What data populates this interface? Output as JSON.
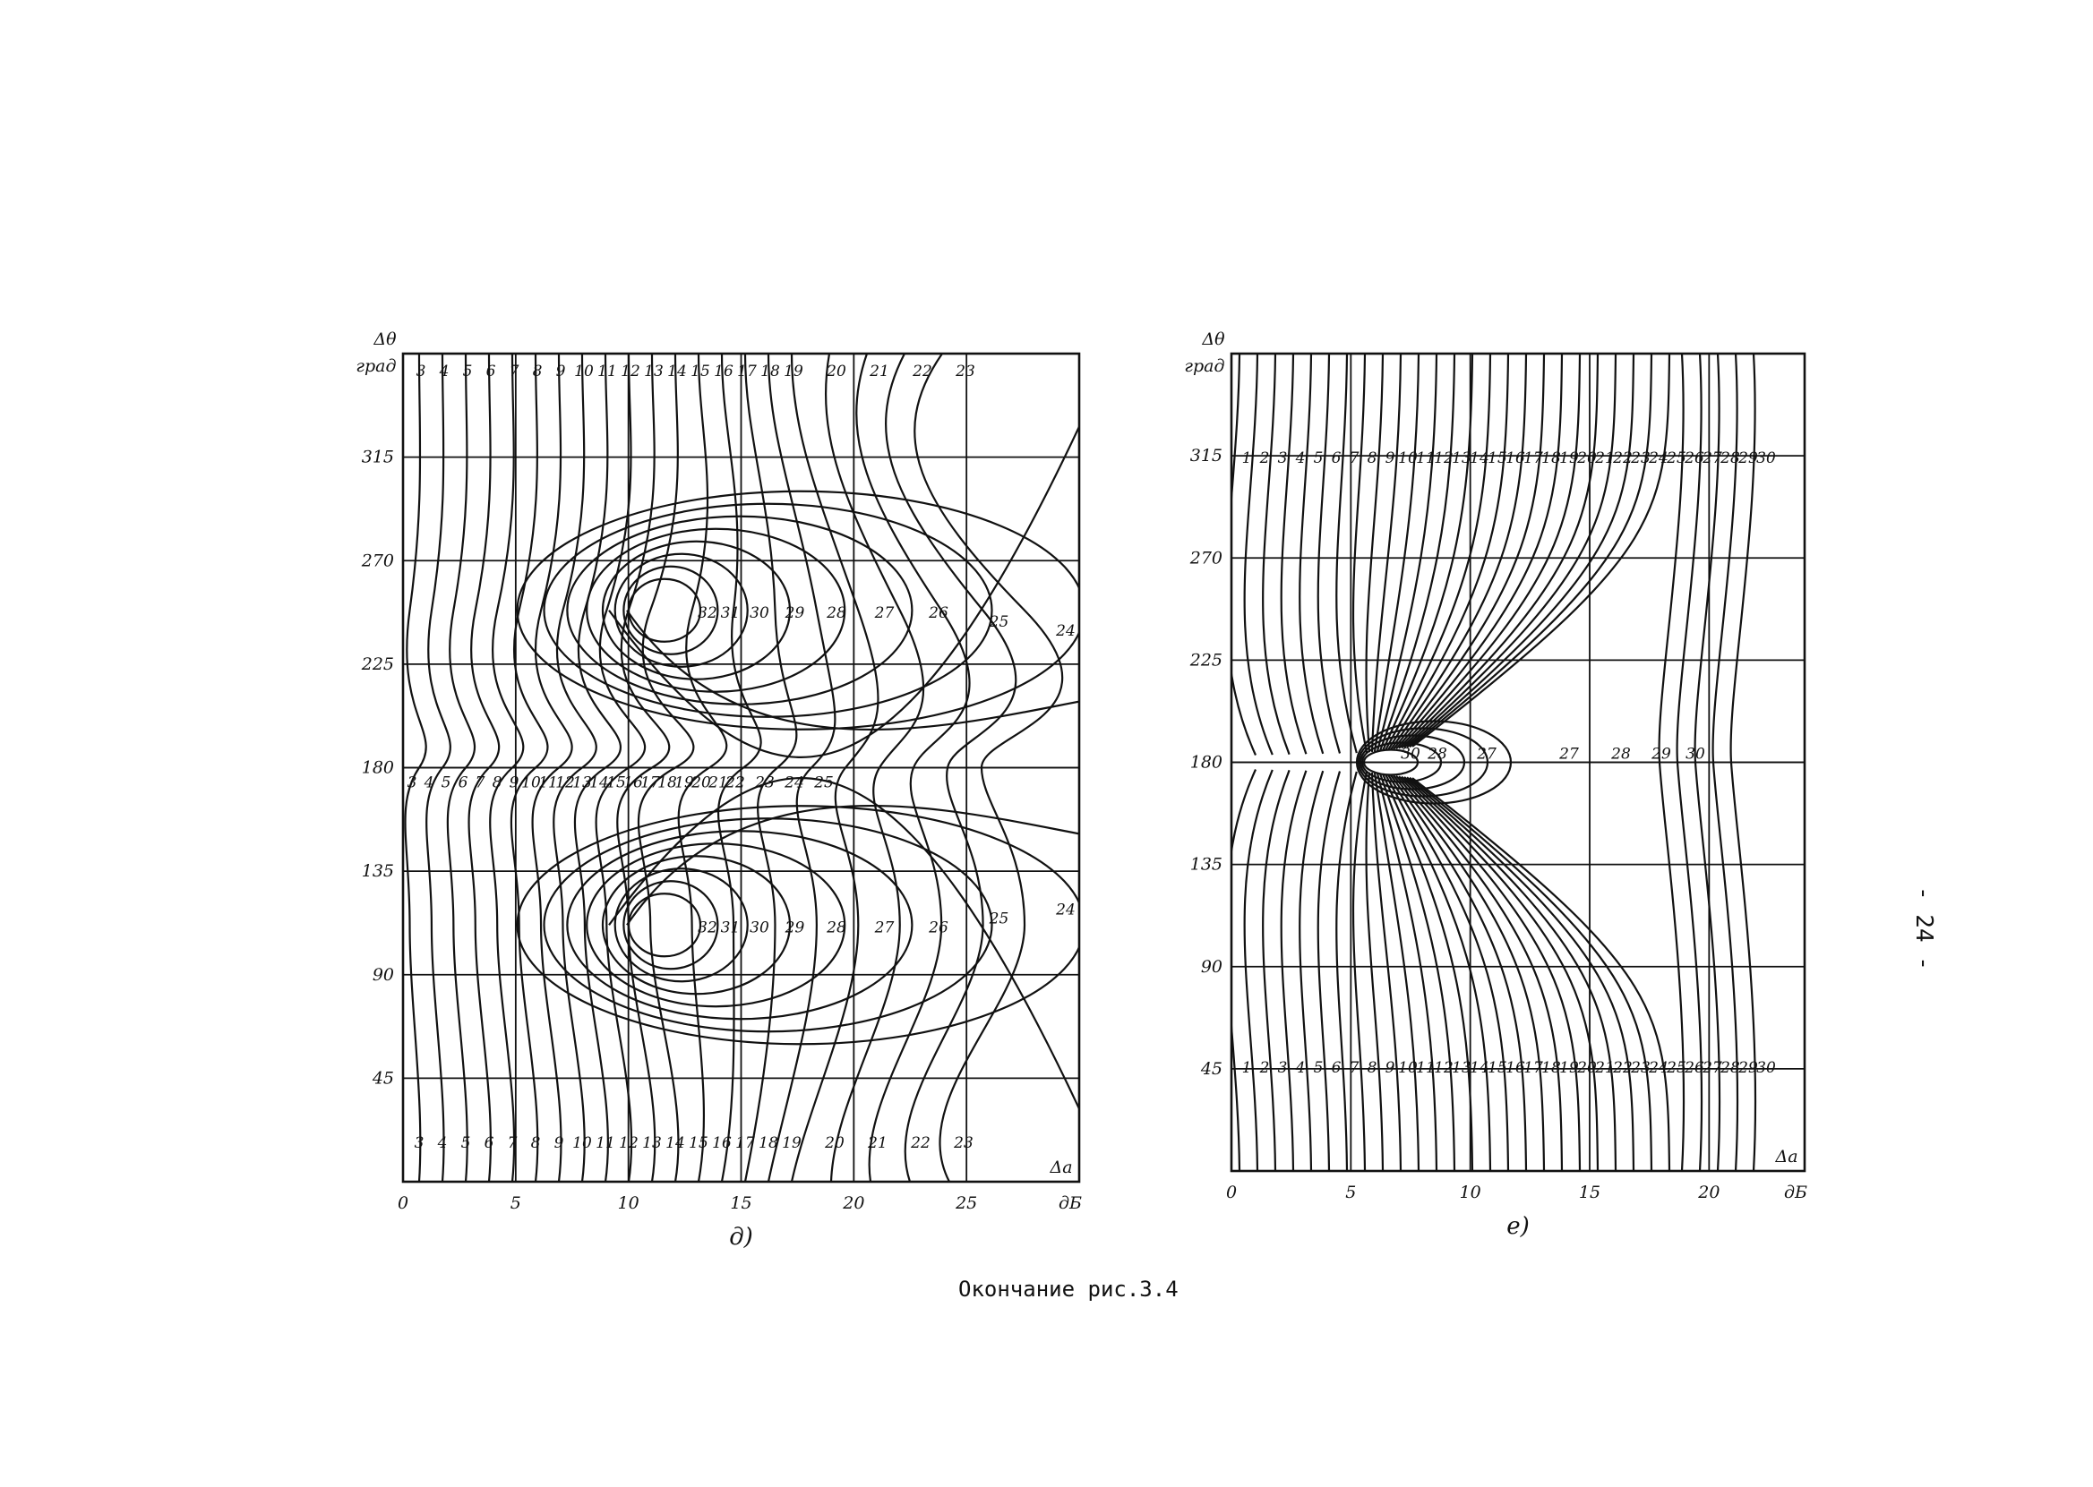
{
  "caption": "Окончание рис.3.4",
  "page_number": "- 24 -",
  "chart_data": [
    {
      "type": "contour",
      "sublabel": "д)",
      "ylabel": "Δθ",
      "yunit": "град",
      "xlabel": "Δa",
      "xunit": "дБ",
      "xlim": [
        0,
        30
      ],
      "ylim": [
        0,
        360
      ],
      "xticks": [
        "0",
        "5",
        "10",
        "15",
        "20",
        "25"
      ],
      "yticks": [
        "45",
        "90",
        "135",
        "180",
        "225",
        "270",
        "315"
      ],
      "grid": true,
      "contour_levels_top": [
        "3",
        "4",
        "5",
        "6",
        "7",
        "8",
        "9",
        "10",
        "11",
        "12",
        "13",
        "14",
        "15",
        "16",
        "17",
        "18",
        "19",
        "20",
        "21",
        "22",
        "23"
      ],
      "contour_levels_bottom": [
        "3",
        "4",
        "5",
        "6",
        "7",
        "8",
        "9",
        "10",
        "11",
        "12",
        "13",
        "14",
        "15",
        "16",
        "17",
        "18",
        "19",
        "20",
        "21",
        "22",
        "23"
      ],
      "contour_levels_mid": [
        "3",
        "4",
        "5",
        "6",
        "7",
        "8",
        "9",
        "10",
        "11",
        "12",
        "13",
        "14",
        "15",
        "16",
        "17",
        "18",
        "19",
        "20",
        "21",
        "22",
        "23",
        "24",
        "25"
      ],
      "contour_levels_upper_loop": [
        "32",
        "31",
        "30",
        "29",
        "28",
        "27",
        "26",
        "25",
        "24"
      ],
      "contour_levels_lower_loop": [
        "32",
        "31",
        "30",
        "29",
        "28",
        "27",
        "26",
        "25",
        "24"
      ]
    },
    {
      "type": "contour",
      "sublabel": "е)",
      "ylabel": "Δθ",
      "yunit": "град",
      "xlabel": "Δa",
      "xunit": "дБ",
      "xlim": [
        0,
        24
      ],
      "ylim": [
        0,
        360
      ],
      "xticks": [
        "0",
        "5",
        "10",
        "15",
        "20"
      ],
      "yticks": [
        "45",
        "90",
        "135",
        "180",
        "225",
        "270",
        "315"
      ],
      "grid": true,
      "contour_levels_top": [
        "1",
        "2",
        "3",
        "4",
        "5",
        "6",
        "7",
        "8",
        "9",
        "10",
        "11",
        "12",
        "13",
        "14",
        "15",
        "16",
        "17",
        "18",
        "19",
        "20",
        "21",
        "22",
        "23",
        "24",
        "25",
        "26",
        "27",
        "28",
        "29",
        "30"
      ],
      "contour_levels_bottom": [
        "1",
        "2",
        "3",
        "4",
        "5",
        "6",
        "7",
        "8",
        "9",
        "10",
        "11",
        "12",
        "13",
        "14",
        "15",
        "16",
        "17",
        "18",
        "19",
        "20",
        "21",
        "22",
        "23",
        "24",
        "25",
        "26",
        "27",
        "28",
        "29",
        "30"
      ],
      "contour_levels_center": [
        "30",
        "28",
        "27",
        "27",
        "28",
        "29",
        "30"
      ]
    }
  ]
}
